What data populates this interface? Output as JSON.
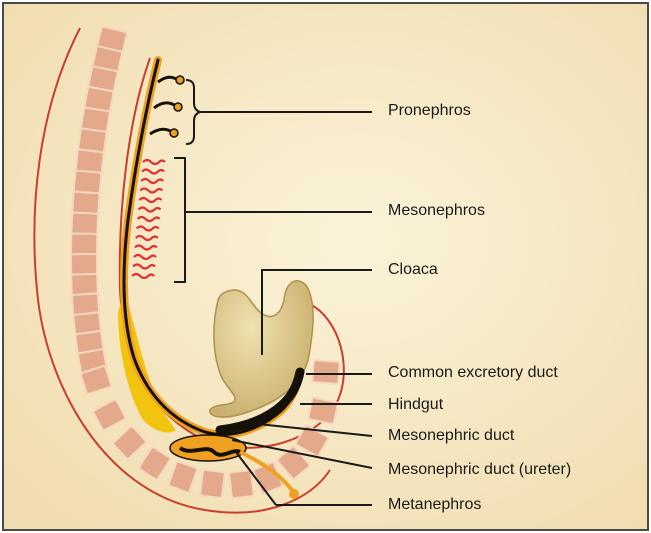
{
  "labels": {
    "pronephros": "Pronephros",
    "mesonephros": "Mesonephros",
    "cloaca": "Cloaca",
    "common_excretory_duct": "Common excretory duct",
    "hindgut": "Hindgut",
    "mesonephric_duct": "Mesonephric duct",
    "mesonephric_duct_ureter": "Mesonephric duct (ureter)",
    "metanephros": "Metanephros"
  },
  "colors": {
    "background": "#f8ecc8",
    "frame_border": "#4a4a4a",
    "body_outline": "#c8402c",
    "somite_fill": "#e3a98a",
    "somite_stroke": "#f6d8c0",
    "duct_orange": "#f0a020",
    "duct_black": "#151008",
    "yellow_tissue": "#f1c40f",
    "mesonephric_tubules": "#e03030",
    "cloaca_fill": "#e0cc8c",
    "cloaca_stroke": "#b09050",
    "leader_line": "#1a1a1a"
  }
}
